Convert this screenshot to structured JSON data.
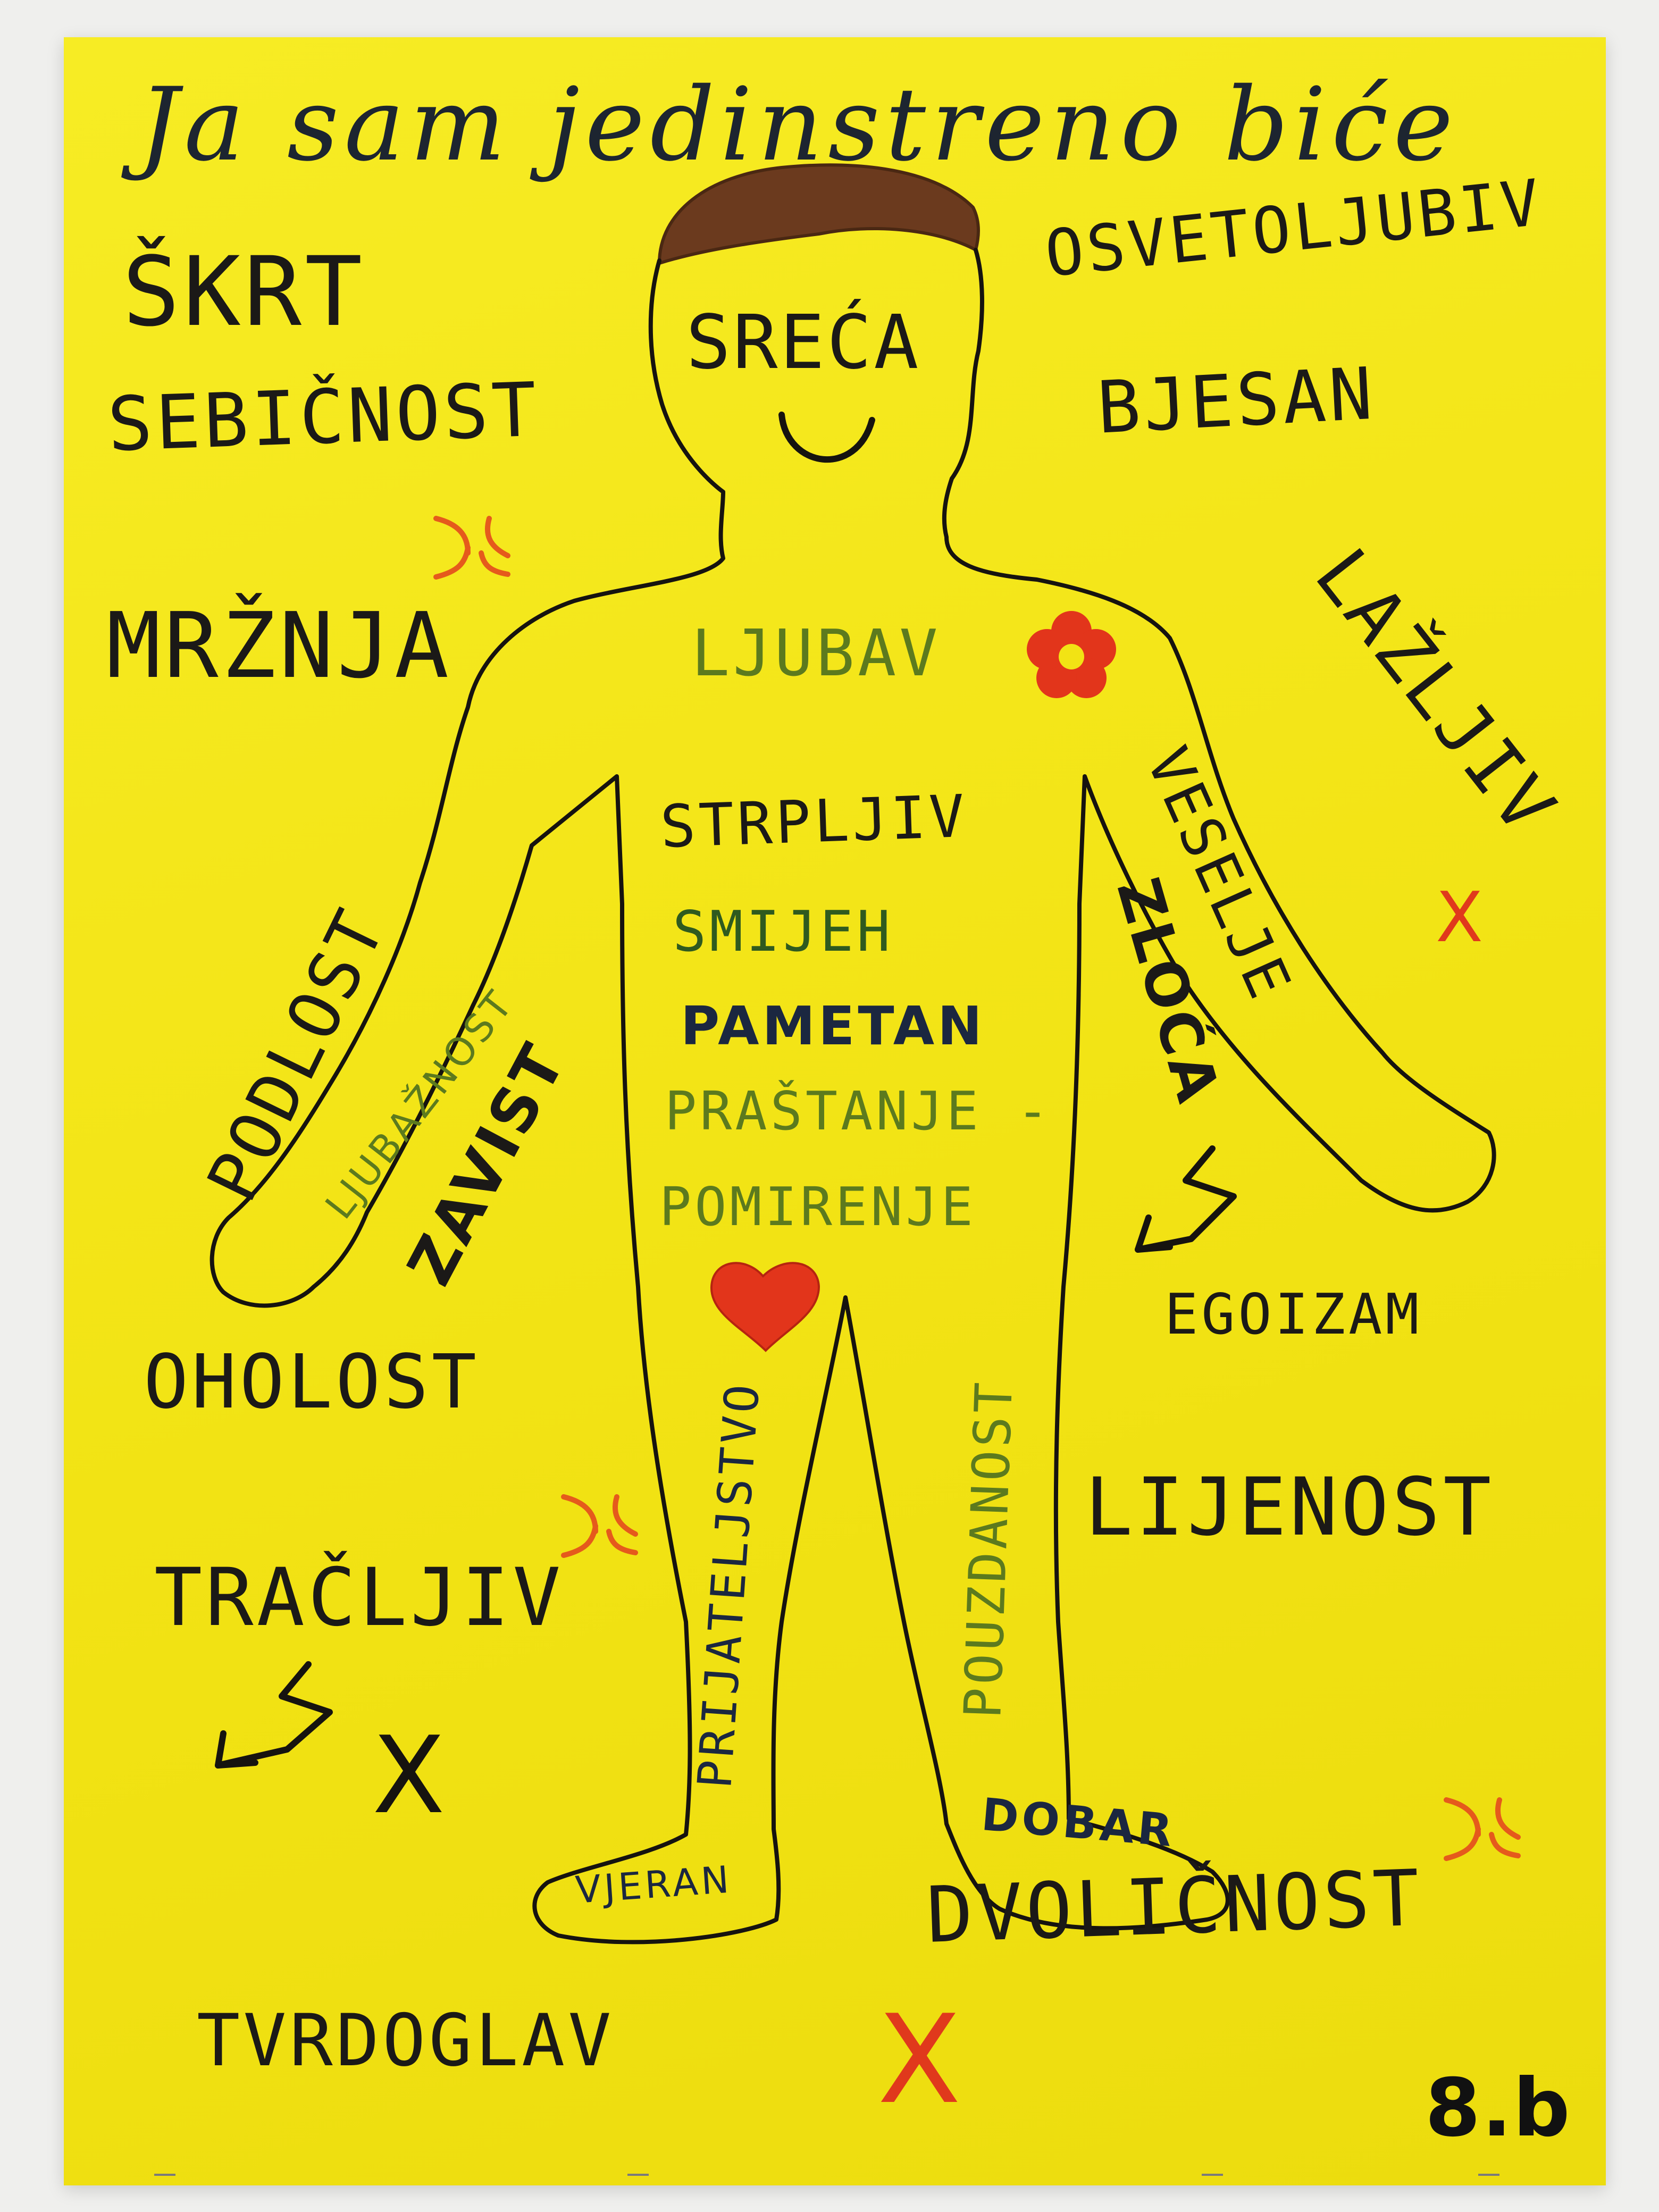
{
  "poster": {
    "title": "Ja sam jedinstreno biće",
    "class_label": "8.b",
    "head_text": "SREĆA",
    "chest_text": "LJUBAV",
    "torso_words": [
      "STRPLJIV",
      "SMIJEH",
      "PAMETAN",
      "PRAŠTANJE -",
      "POMIRENJE"
    ],
    "left_arm": {
      "inner": "LJUBAŽNOST",
      "middle": "ZAVIST",
      "outer": "PODLOST"
    },
    "right_arm": {
      "outer": "VESELJE",
      "inner": "ZLOĆA"
    },
    "legs": {
      "left": "PRIJATELJSTVO",
      "right": "POUZDANOST",
      "left_foot": "VJERAN",
      "right_foot": "DOBAR"
    },
    "outside_left": [
      "ŠKRT",
      "SEBIČNOST",
      "MRŽNJA",
      "OHOLOST",
      "TRAČLJIV",
      "TVRDOGLAV"
    ],
    "outside_right": [
      "OSVETOLJUBIV",
      "BJESAN",
      "LAŽLJIV",
      "EGOIZAM",
      "LIJENOST",
      "DVOLIČNOST"
    ],
    "cross_symbol": "X",
    "colors": {
      "poster": "#f2e314",
      "wall": "#efefed",
      "ink_black": "#1b1917",
      "ink_green": "#2f5a1f",
      "ink_blue": "#1b2740",
      "hair": "#6b3a1e",
      "accent_red": "#e03b1e"
    }
  }
}
